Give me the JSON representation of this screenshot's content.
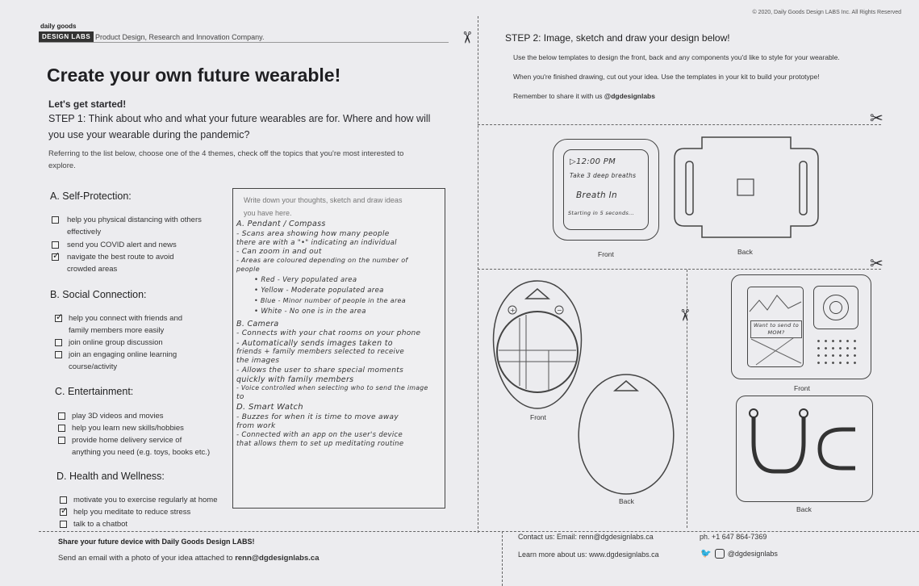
{
  "header": {
    "copyright": "© 2020, Daily Goods Design LABS Inc. All Rights Reserved",
    "logo_top": "daily goods",
    "logo_box": "DESIGN LABS",
    "tagline": "Product Design, Research and Innovation Company."
  },
  "left": {
    "title": "Create your own future wearable!",
    "lets": "Let's get started!",
    "step1_line1": "STEP 1: Think about who and what your future wearables are for. Where and how will",
    "step1_line2": "you use your wearable during the pandemic?",
    "instr_line1": "Referring to the list below, choose one of the 4 themes, check off the topics that you're most interested to",
    "instr_line2": "explore.",
    "sections": [
      {
        "title": "A. Self-Protection:",
        "options": [
          {
            "lines": [
              "help you physical distancing with others",
              "effectively"
            ],
            "checked": false
          },
          {
            "lines": [
              "send you COVID alert and news"
            ],
            "checked": false
          },
          {
            "lines": [
              "navigate the best route to avoid",
              "crowded areas"
            ],
            "checked": true
          }
        ]
      },
      {
        "title": "B. Social Connection:",
        "options": [
          {
            "lines": [
              "help you connect with friends and",
              "family members more easily"
            ],
            "checked": true
          },
          {
            "lines": [
              "join online group discussion"
            ],
            "checked": false
          },
          {
            "lines": [
              "join an engaging online learning",
              "course/activity"
            ],
            "checked": false
          }
        ]
      },
      {
        "title": "C. Entertainment:",
        "options": [
          {
            "lines": [
              "play 3D videos and movies"
            ],
            "checked": false
          },
          {
            "lines": [
              "help you learn new skills/hobbies"
            ],
            "checked": false
          },
          {
            "lines": [
              "provide home delivery service of",
              "anything you need (e.g. toys, books etc.)"
            ],
            "checked": false
          }
        ]
      },
      {
        "title": "D. Health and Wellness:",
        "options": [
          {
            "lines": [
              "motivate you to exercise regularly at home"
            ],
            "checked": false
          },
          {
            "lines": [
              "help you meditate to reduce stress"
            ],
            "checked": true
          },
          {
            "lines": [
              "talk to a chatbot"
            ],
            "checked": false
          }
        ]
      }
    ]
  },
  "notes": {
    "prompt_line1": "Write down your thoughts, sketch and draw ideas",
    "prompt_line2": "you have here.",
    "lines": [
      "A. Pendant / Compass",
      "- Scans area showing how many people",
      "there are with a \"•\" indicating an individual",
      "- Can zoom in and out",
      "- Areas are coloured depending on the number of",
      "people",
      "• Red - Very populated area",
      "• Yellow - Moderate populated area",
      "• Blue - Minor number of people in the area",
      "• White - No one is in the area",
      "B. Camera",
      "- Connects with your chat rooms on your phone",
      "- Automatically sends images taken to",
      "friends + family members selected to receive",
      "the images",
      "- Allows the user to share special moments",
      "quickly with family members",
      "- Voice controlled when selecting who to send the image",
      "to",
      "D. Smart Watch",
      "- Buzzes for when it is time to move away",
      "from work",
      "- Connected with an app on the user's device",
      "that allows them to set up meditating routine"
    ]
  },
  "right": {
    "step2": "STEP 2: Image, sketch and draw your design below!",
    "line1": "Use the below templates to design the front, back and any components you'd like to style for your wearable.",
    "line2": "When you're finished drawing, cut out your idea. Use the templates in your kit to build your prototype!",
    "line3_prefix": "Remember to share it with us ",
    "line3_handle": "@dgdesignlabs",
    "watch": {
      "time": "▷12:00 PM",
      "text1": "Take 3 deep breaths",
      "text2": "Breath In",
      "text3": "Starting in 5 seconds...",
      "front": "Front",
      "back": "Back"
    },
    "pendant": {
      "front": "Front",
      "back": "Back"
    },
    "camera": {
      "screen_text": "Want to send to MOM?",
      "front": "Front",
      "back": "Back"
    }
  },
  "footer": {
    "share": "Share your future device with Daily Goods Design LABS!",
    "send_prefix": "Send an email with a photo of your idea attached to ",
    "send_email": "renn@dgdesignlabs.ca",
    "contact": "Contact us: Email: renn@dgdesignlabs.ca",
    "phone": "ph. +1 647 864-7369",
    "learn": "Learn more about us: www.dgdesignlabs.ca",
    "social": "@dgdesignlabs"
  },
  "colors": {
    "paper": "#ececef",
    "ink": "#2a2a2e",
    "line": "#444444"
  }
}
